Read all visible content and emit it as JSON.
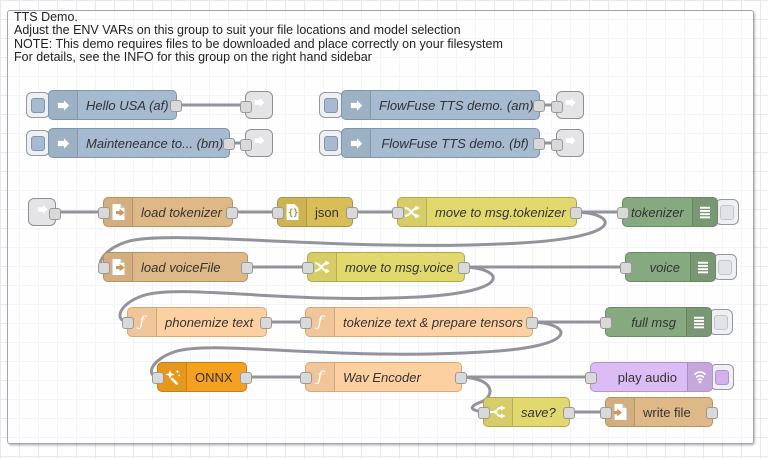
{
  "group_info": {
    "lines": [
      "TTS Demo.",
      "Adjust the ENV VARs on this group to suit your file locations and model selection",
      "NOTE: This demo requires files to be downloaded and place correctly on your filesystem",
      "For details, see the INFO for this group on the right hand sidebar"
    ]
  },
  "icons": {
    "function_glyph": "ƒ",
    "json_glyph": "{}"
  },
  "nodes": {
    "inject_hello": {
      "label": "Hello USA (af)"
    },
    "inject_maintenance": {
      "label": "Mainteneance to... (bm)"
    },
    "inject_am": {
      "label": "FlowFuse TTS demo. (am)"
    },
    "inject_bf": {
      "label": "FlowFuse TTS demo. (bf)"
    },
    "load_tokenizer": {
      "label": "load tokenizer"
    },
    "json_node": {
      "label": "json"
    },
    "move_tokenizer": {
      "label": "move to msg.tokenizer"
    },
    "debug_tokenizer": {
      "label": "tokenizer"
    },
    "load_voicefile": {
      "label": "load voiceFile"
    },
    "move_voice": {
      "label": "move to msg.voice"
    },
    "debug_voice": {
      "label": "voice"
    },
    "phonemize": {
      "label": "phonemize text"
    },
    "tokenize": {
      "label": "tokenize text & prepare tensors"
    },
    "debug_fullmsg": {
      "label": "full msg"
    },
    "onnx": {
      "label": "ONNX"
    },
    "wav_encoder": {
      "label": "Wav Encoder"
    },
    "play_audio": {
      "label": "play audio"
    },
    "switch_save": {
      "label": "save?"
    },
    "write_file": {
      "label": "write file"
    }
  },
  "colors": {
    "inject": "#a6bbcf",
    "file": "#deb887",
    "json": "#d9bd56",
    "change": "#e2d96e",
    "switch": "#e2d96e",
    "function": "#fdd0a2",
    "debug": "#87a980",
    "onnx": "#f5a01f",
    "audio": "#dcbcf4",
    "wire": "#93939b",
    "grid": "#e7e7f3"
  }
}
